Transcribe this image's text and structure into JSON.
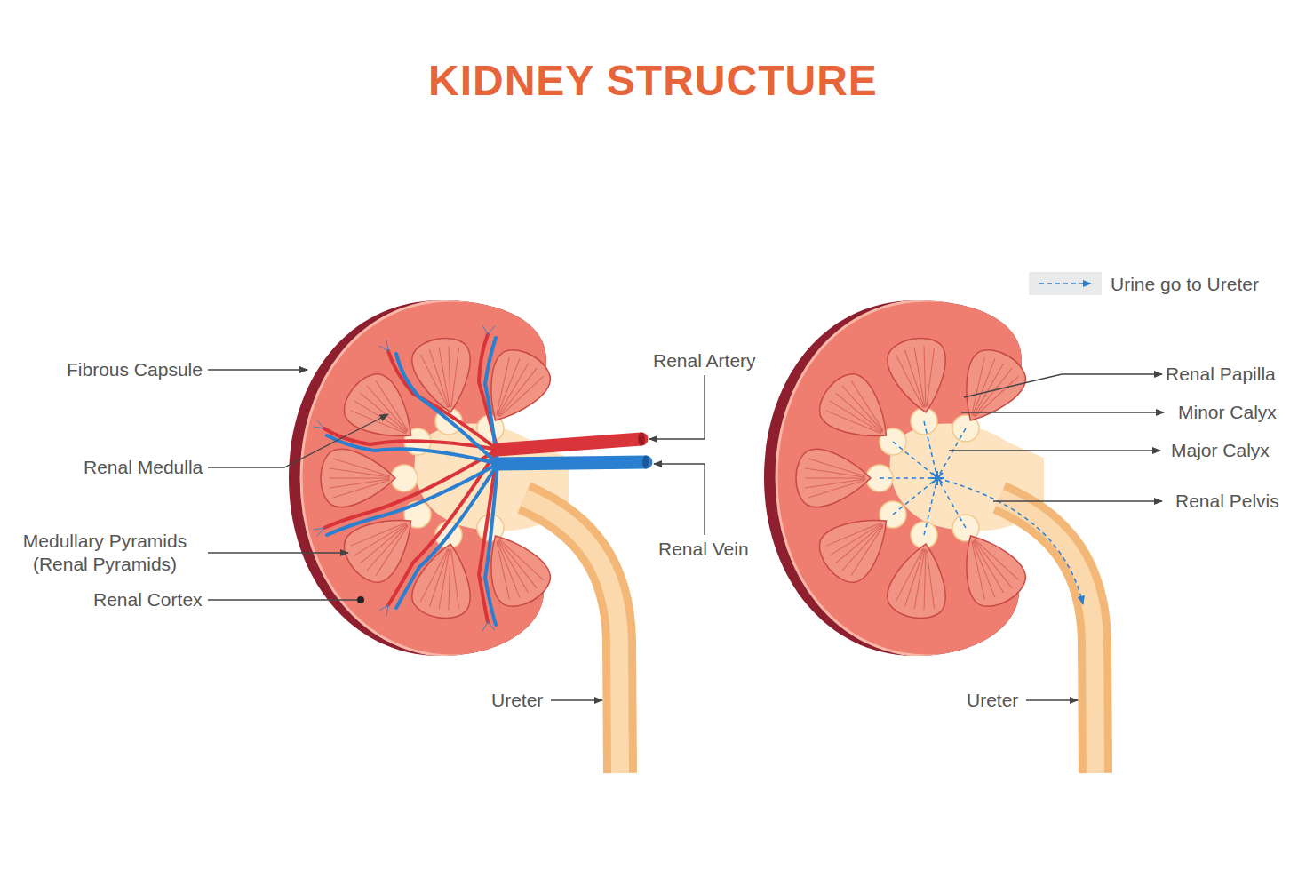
{
  "diagram": {
    "title": "KIDNEY STRUCTURE",
    "labels": [
      "Fibrous Capsule",
      "Renal Medulla",
      "Medullary Pyramids (Renal Pyramids)",
      "Renal Cortex",
      "Renal Artery",
      "Renal Vein",
      "Ureter",
      "Renal Papilla",
      "Minor Calyx",
      "Major Calyx",
      "Renal Pelvis",
      "Ureter"
    ],
    "legend": [
      {
        "text": "Urine go to Ureter"
      }
    ]
  }
}
